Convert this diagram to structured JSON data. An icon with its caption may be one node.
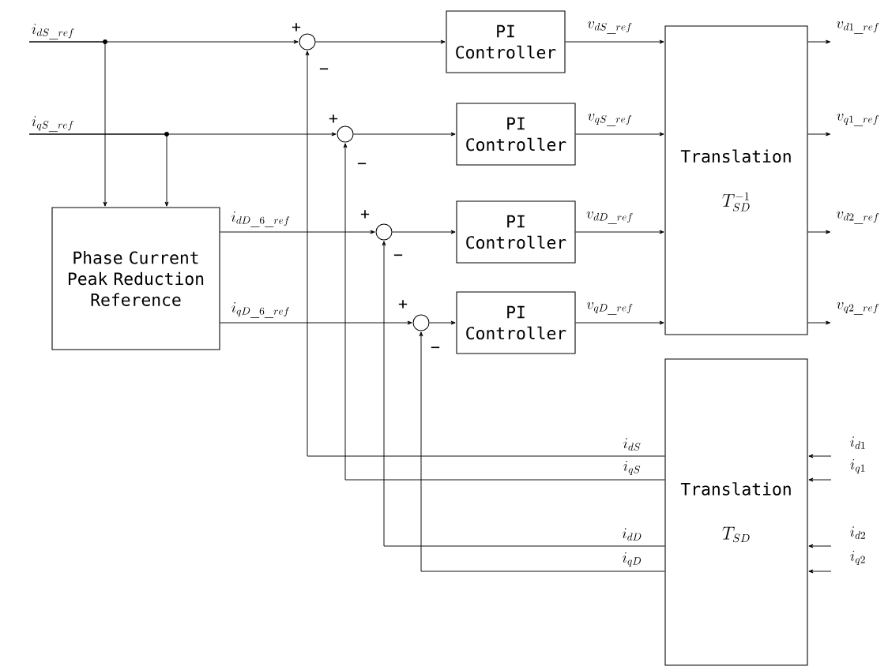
{
  "diagram": {
    "nodes": [
      {
        "text": [
          "Phase Current Peak Reduction Reference"
        ]
      },
      {
        "text": [],
        "shape": "circle"
      },
      {
        "text": [],
        "shape": "circle"
      },
      {
        "text": [],
        "shape": "circle"
      },
      {
        "text": [],
        "shape": "circle"
      },
      {
        "text": [
          "PI Controller"
        ]
      },
      {
        "text": [
          "PI Controller"
        ]
      },
      {
        "text": [
          "PI Controller"
        ]
      },
      {
        "text": [
          "PI Controller"
        ]
      },
      {
        "text": [
          "Translation",
          "T_{SD}^{-1}"
        ]
      },
      {
        "text": [
          "Translation",
          "T_{SD}"
        ]
      },
      {
        "text": [
          "i_{dS\\_ref}"
        ]
      },
      {
        "text": [
          "i_{qS\\_ref}"
        ]
      }
    ],
    "edges": [
      {
        "from": 11,
        "to": 1,
        "arrow": "to"
      },
      {
        "from": 11,
        "to": 0,
        "arrow": "to"
      },
      {
        "from": 12,
        "to": 2,
        "arrow": "to"
      },
      {
        "from": 12,
        "to": 0,
        "arrow": "to"
      },
      {
        "from": 0,
        "to": 3,
        "arrow": "to",
        "label": "i_{dD\\_6\\_ref}"
      },
      {
        "from": 0,
        "to": 4,
        "arrow": "to",
        "label": "i_{qD\\_6\\_ref}"
      },
      {
        "from": 1,
        "to": 5,
        "arrow": "to"
      },
      {
        "from": 2,
        "to": 6,
        "arrow": "to"
      },
      {
        "from": 3,
        "to": 7,
        "arrow": "to"
      },
      {
        "from": 4,
        "to": 8,
        "arrow": "to"
      },
      {
        "from": 5,
        "to": 9,
        "arrow": "to",
        "label": "v_{dS\\_ref}"
      },
      {
        "from": 6,
        "to": 9,
        "arrow": "to",
        "label": "v_{qS\\_ref}"
      },
      {
        "from": 7,
        "to": 9,
        "arrow": "to",
        "label": "v_{dD\\_ref}"
      },
      {
        "from": 8,
        "to": 9,
        "arrow": "to",
        "label": "v_{qD\\_ref}"
      },
      {
        "from": 9,
        "to": null,
        "arrow": "to",
        "label": "v_{d1\\_ref}"
      },
      {
        "from": 9,
        "to": null,
        "arrow": "to",
        "label": "v_{q1\\_ref}"
      },
      {
        "from": 9,
        "to": null,
        "arrow": "to",
        "label": "v_{d2\\_ref}"
      },
      {
        "from": 9,
        "to": null,
        "arrow": "to",
        "label": "v_{q2\\_ref}"
      },
      {
        "from": 10,
        "to": 1,
        "arrow": "to",
        "label": "i_{dS}"
      },
      {
        "from": 10,
        "to": 2,
        "arrow": "to",
        "label": "i_{qS}"
      },
      {
        "from": 10,
        "to": 3,
        "arrow": "to",
        "label": "i_{dD}"
      },
      {
        "from": 10,
        "to": 4,
        "arrow": "to",
        "label": "i_{qD}"
      },
      {
        "from": null,
        "to": 10,
        "arrow": "to",
        "label": "i_{d1}"
      },
      {
        "from": null,
        "to": 10,
        "arrow": "to",
        "label": "i_{q1}"
      },
      {
        "from": null,
        "to": 10,
        "arrow": "to",
        "label": "i_{d2}"
      },
      {
        "from": null,
        "to": 10,
        "arrow": "to",
        "label": "i_{q2}"
      }
    ],
    "labels": [
      "+",
      "−",
      "+",
      "−",
      "+",
      "−",
      "+",
      "−"
    ]
  }
}
